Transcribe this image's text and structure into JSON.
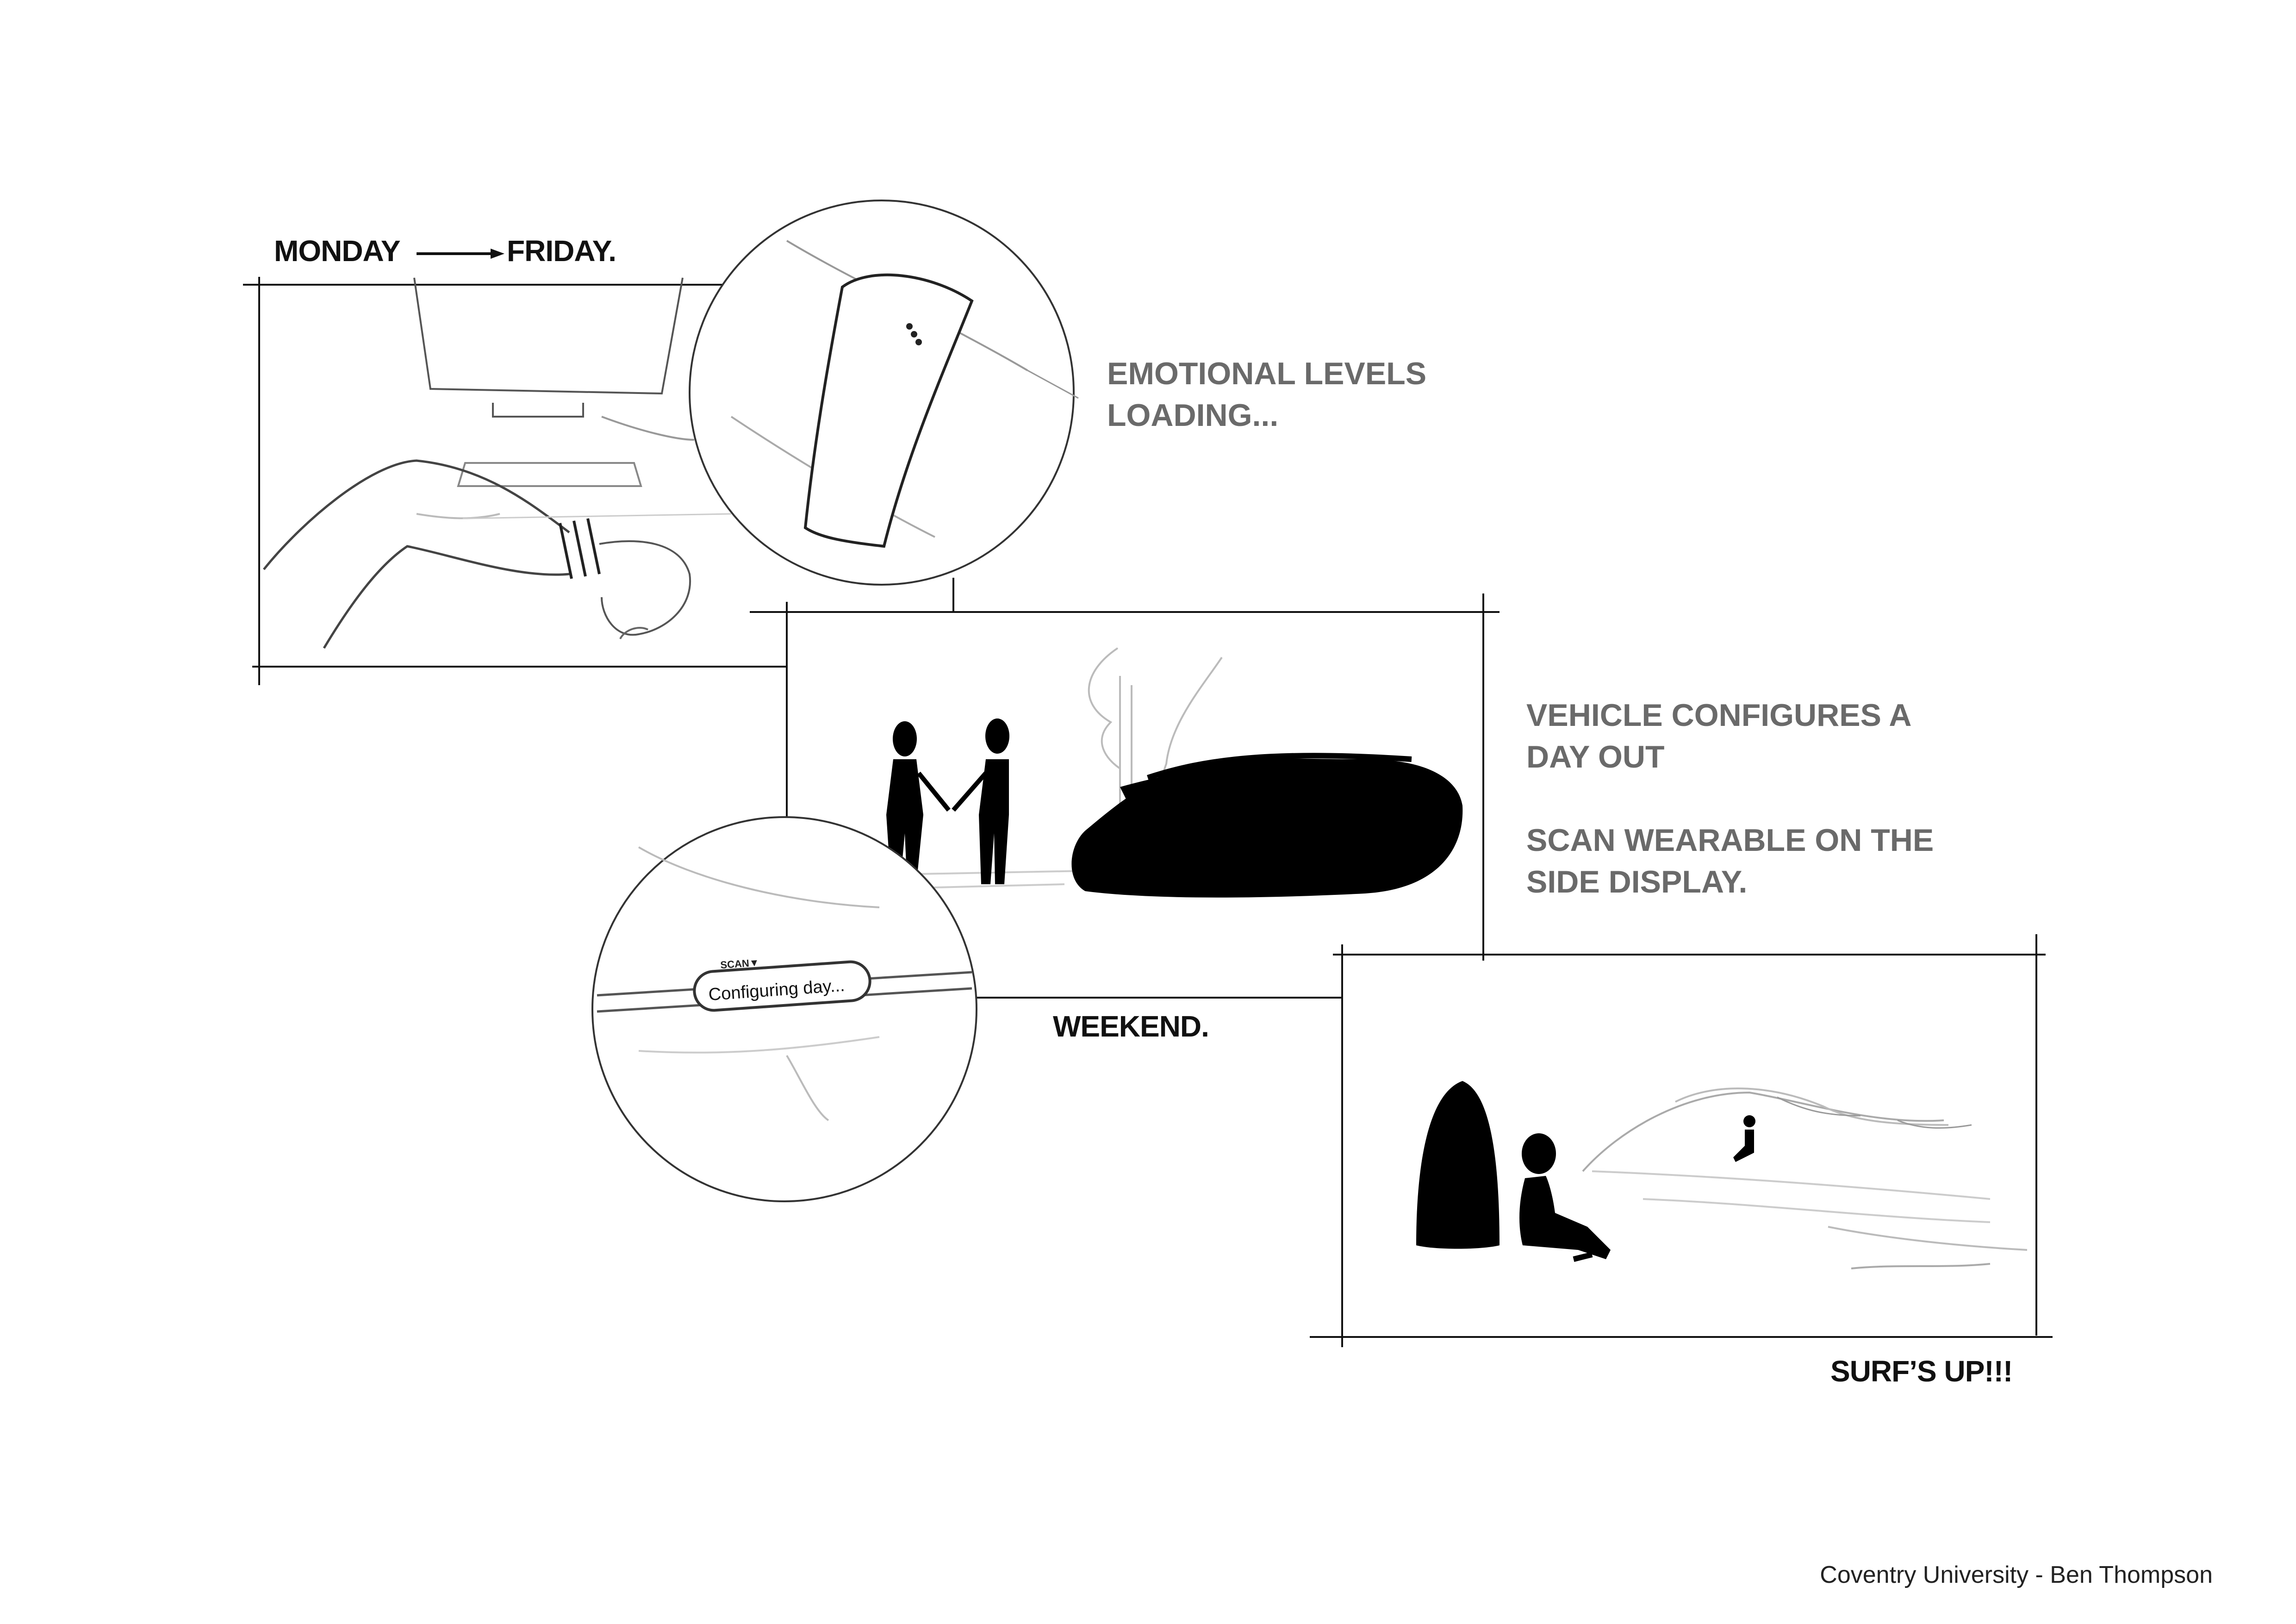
{
  "panel1": {
    "day_from": "MONDAY",
    "day_to": "FRIDAY."
  },
  "caption_emotional": "EMOTIONAL LEVELS\nLOADING...",
  "caption_vehicle": "VEHICLE CONFIGURES A\nDAY OUT",
  "caption_scan": "SCAN WEARABLE ON THE\nSIDE DISPLAY.",
  "panel2": {
    "label": "WEEKEND."
  },
  "panel3": {
    "label": "SURF’S UP!!!"
  },
  "zoom_display": {
    "scan_label": "SCAN▼",
    "status_text": "Configuring day..."
  },
  "credit": "Coventry University - Ben Thompson",
  "colors": {
    "ink": "#111111",
    "caption": "#6a6a6a",
    "sketch": "#8a8a8a"
  }
}
